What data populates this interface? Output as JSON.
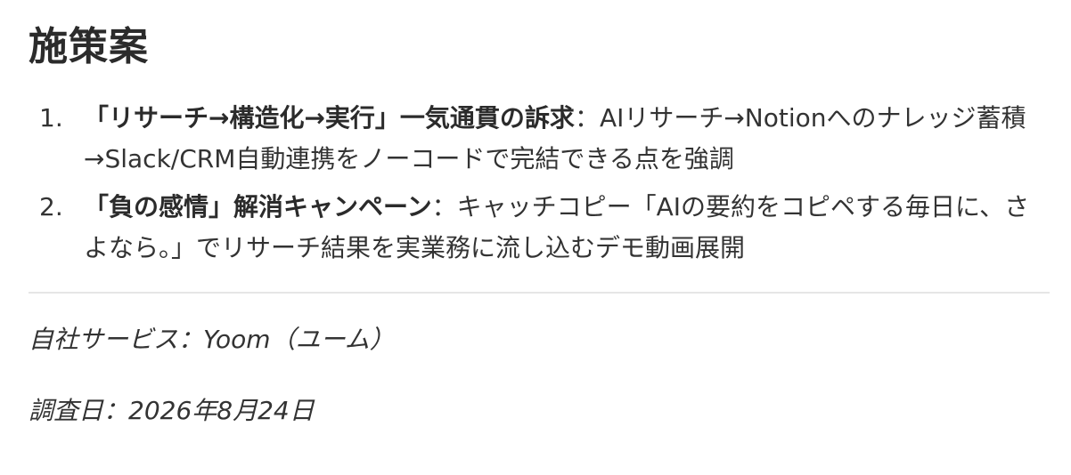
{
  "heading": "施策案",
  "items": [
    {
      "number": "1.",
      "bold": "「リサーチ→構造化→実行」一気通貫の訴求",
      "rest": "：AIリサーチ→Notionへのナレッジ蓄積→Slack/CRM自動連携をノーコードで完結できる点を強調"
    },
    {
      "number": "2.",
      "bold": "「負の感情」解消キャンペーン",
      "rest": "：キャッチコピー「AIの要約をコピペする毎日に、さよなら。」でリサーチ結果を実業務に流し込むデモ動画展開"
    }
  ],
  "footer": {
    "service": "自社サービス：Yoom（ユーム）",
    "date": "調査日：2026年8月24日"
  }
}
